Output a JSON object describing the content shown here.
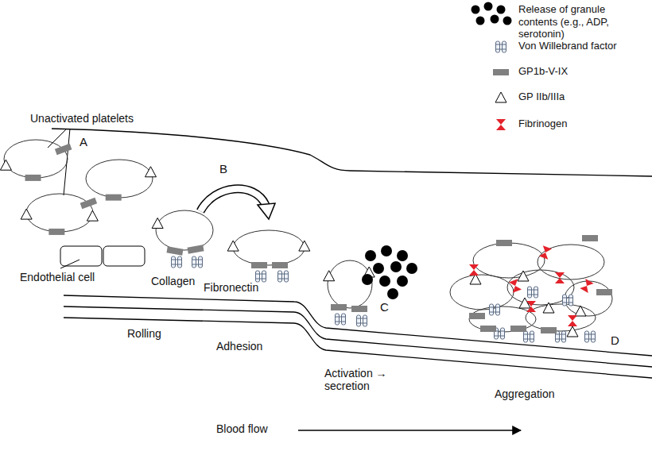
{
  "diagram": {
    "labels": [
      "Unactivated platelets",
      "A",
      "B",
      "Endothelial cell",
      "Collagen",
      "Fibronectin",
      "C",
      "Rolling",
      "Adhesion",
      "Activation → secretion",
      "Aggregation",
      "D",
      "Blood flow"
    ],
    "legend": [
      {
        "text": "Release of granule contents (e.g., ADP, serotonin)"
      },
      {
        "text": "Von Willebrand factor"
      },
      {
        "text": "GP1b-V-IX"
      },
      {
        "text": "GP IIb/IIIa"
      },
      {
        "text": "Fibrinogen"
      }
    ]
  }
}
